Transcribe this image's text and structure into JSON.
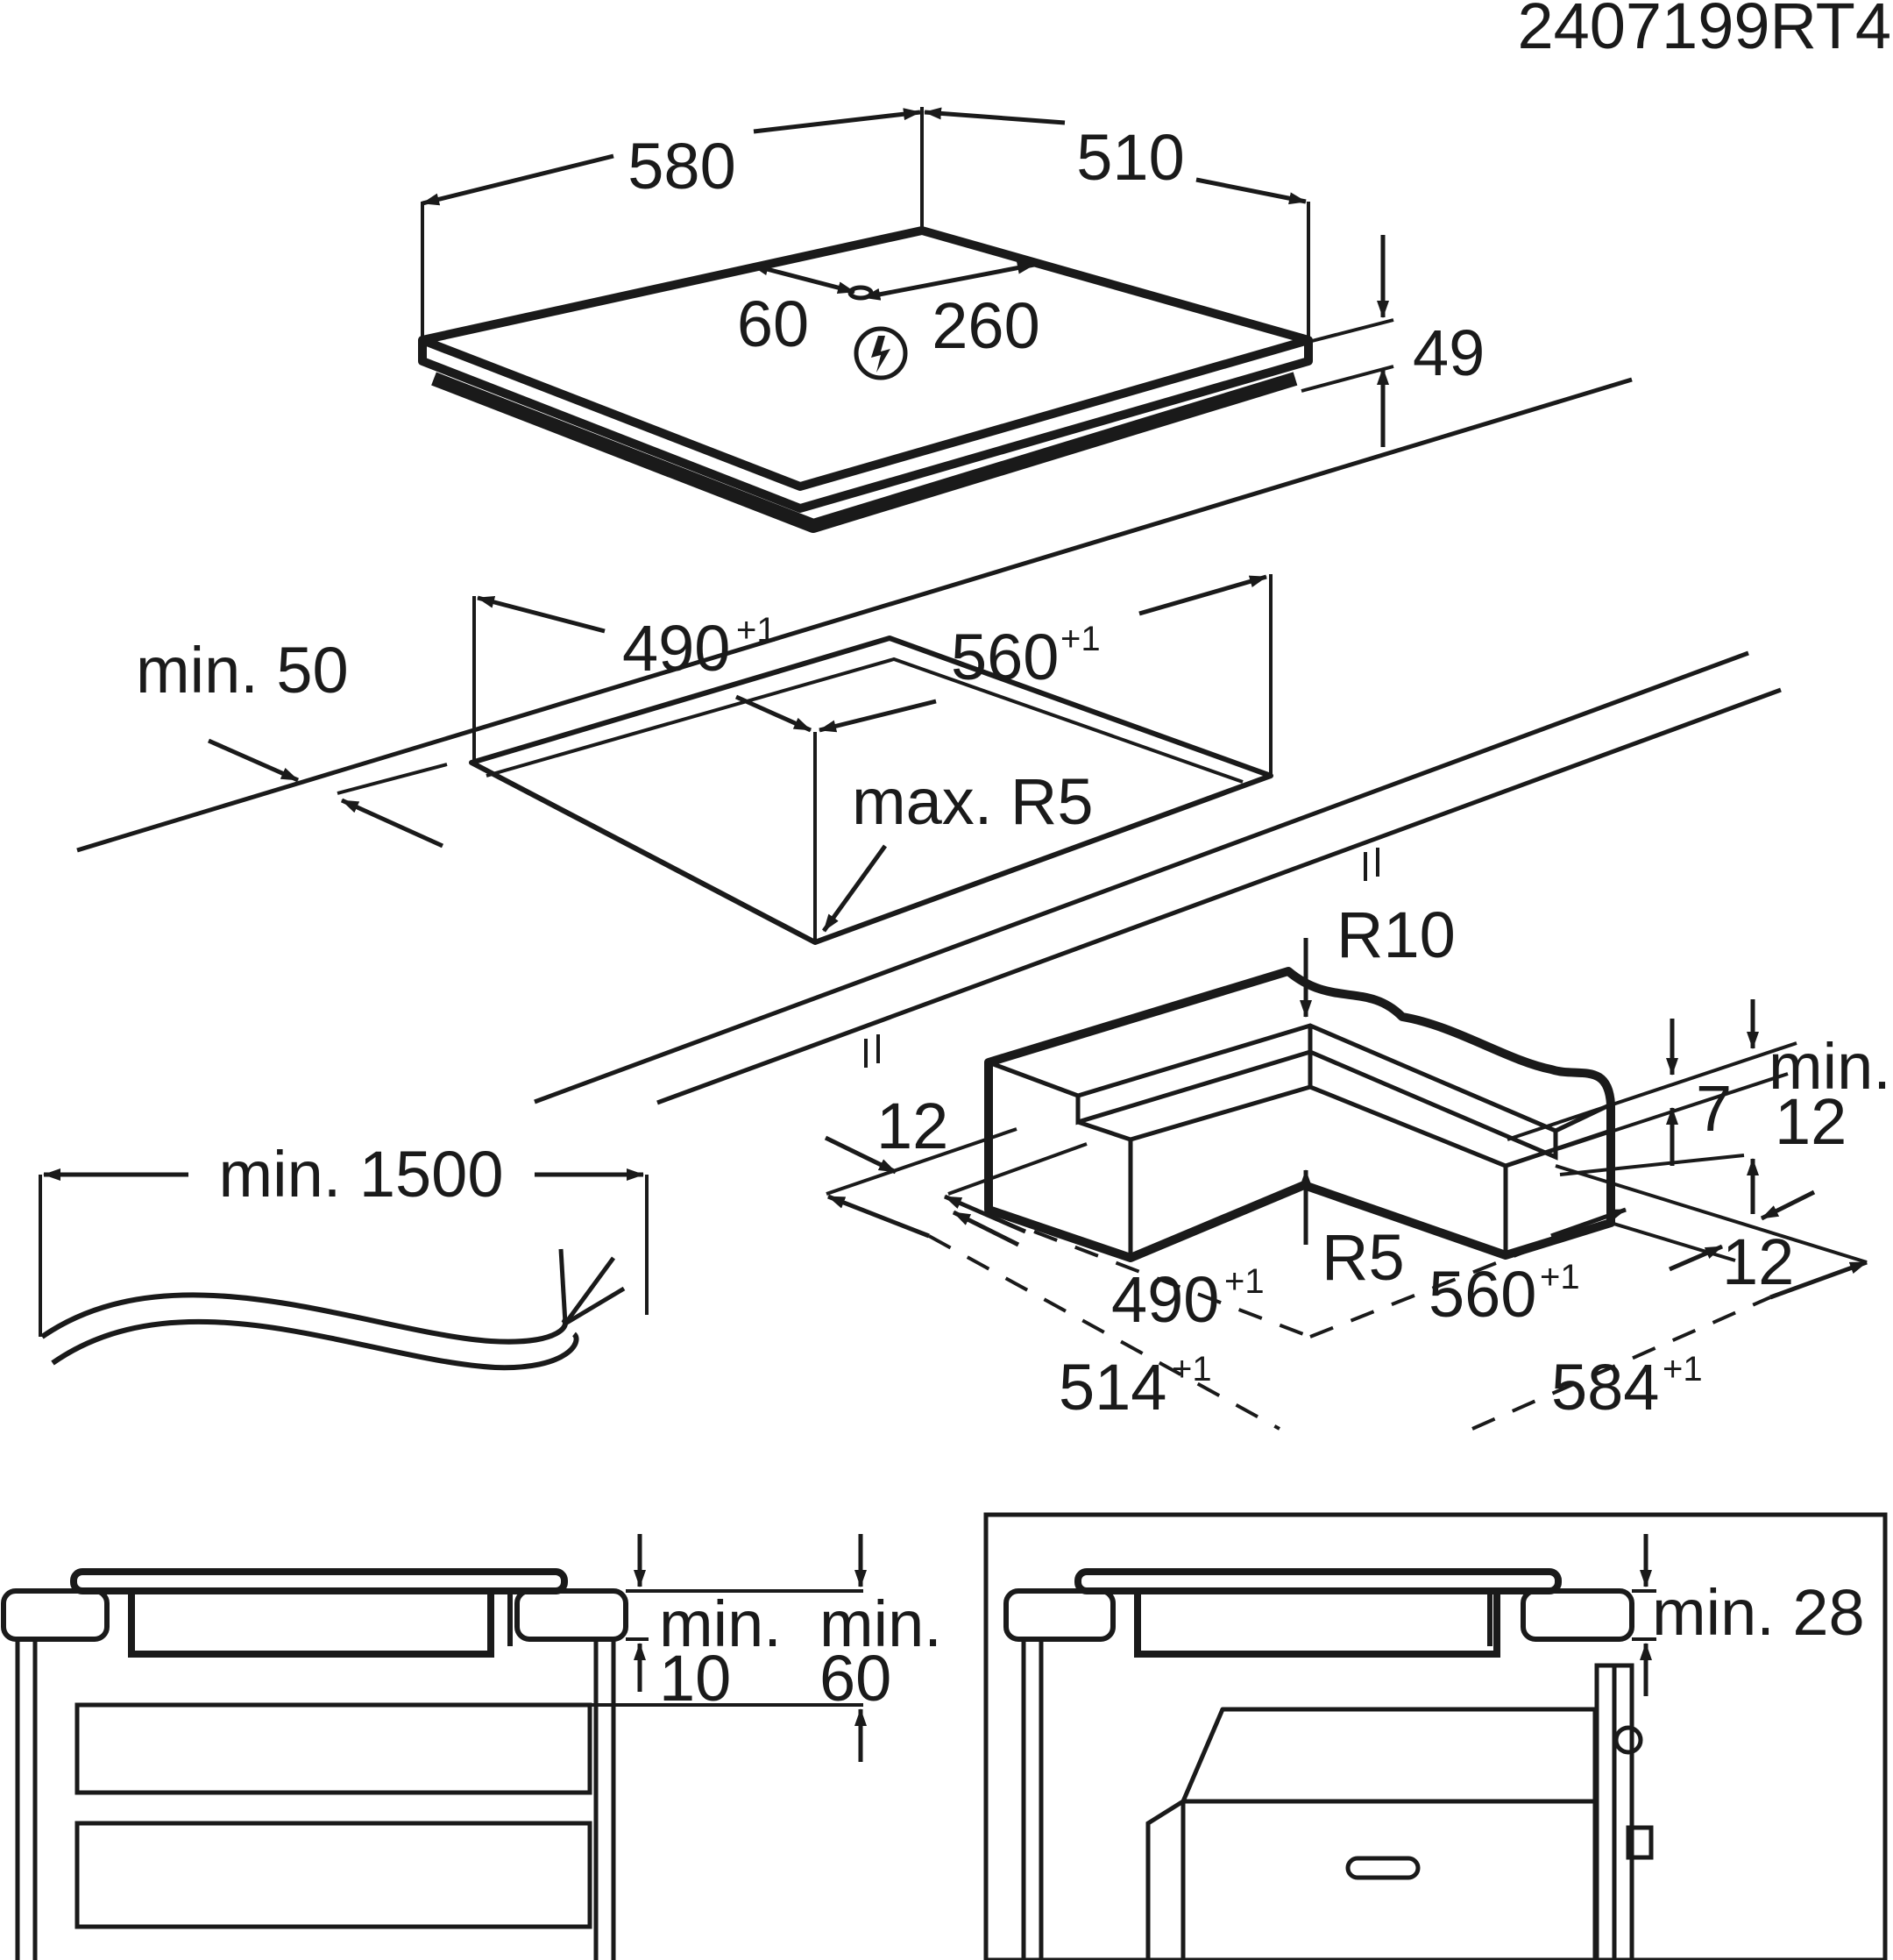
{
  "doc_code": "2407199RT4",
  "hob": {
    "width": "580",
    "depth": "510",
    "height": "49",
    "conn_offset_a": "60",
    "conn_offset_b": "260",
    "electric_symbol": "lightning-bolt-icon"
  },
  "cutout": {
    "edge_distance": "min. 50",
    "depth": "490",
    "depth_tol": "+1",
    "width": "560",
    "width_tol": "+1",
    "corner_radius": "max. R5"
  },
  "cable": {
    "length": "min. 1500"
  },
  "frame": {
    "outer_radius": "R10",
    "inner_radius": "R5",
    "side_12": "12",
    "rebate_7": "7",
    "right_min": "min.",
    "right_12": "12",
    "bottom_12": "12",
    "inner_depth": "490",
    "inner_depth_tol": "+1",
    "inner_width": "560",
    "inner_width_tol": "+1",
    "outer_depth": "514",
    "outer_depth_tol": "+1",
    "outer_width": "584",
    "outer_width_tol": "+1"
  },
  "section_left": {
    "gap_a_label": "min.",
    "gap_a_value": "10",
    "gap_b_label": "min.",
    "gap_b_value": "60"
  },
  "section_right": {
    "gap": "min. 28"
  }
}
